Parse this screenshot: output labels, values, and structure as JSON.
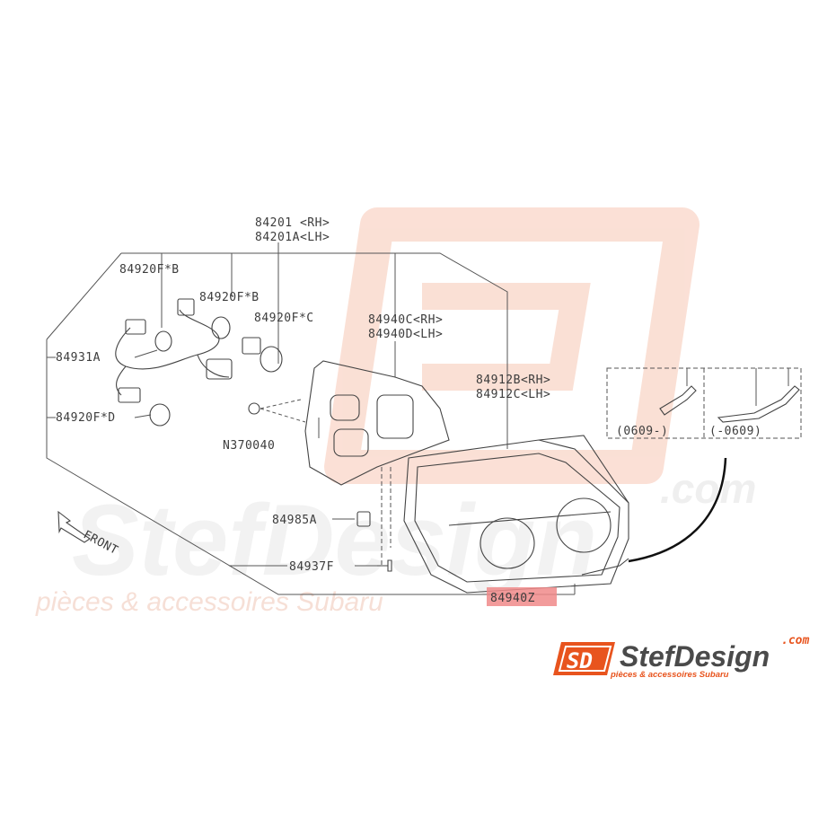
{
  "watermark": {
    "brand": "StefDesign",
    "domain": ".com",
    "tagline": "pièces & accessoires Subaru"
  },
  "labels": {
    "rh_lamp": "84201 <RH>",
    "lh_lamp": "84201A<LH>",
    "bulb_b1": "84920F*B",
    "bulb_b2": "84920F*B",
    "bulb_c": "84920F*C",
    "harness": "84931A",
    "bulb_d": "84920F*D",
    "nut": "N370040",
    "gasket_rh": "84940C<RH>",
    "gasket_lh": "84940D<LH>",
    "housing_rh": "84912B<RH>",
    "housing_lh": "84912C<LH>",
    "clip": "84985A",
    "screw": "84937F",
    "seal": "84940Z",
    "variant_new": "(0609-)",
    "variant_old": "(-0609)",
    "front": "FRONT"
  },
  "logo": {
    "mark": "SD",
    "brand": "StefDesign",
    "domain": ".com",
    "tagline": "pièces & accessoires Subaru"
  },
  "colors": {
    "accent": "#e8541e",
    "highlight": "#f08a8a"
  }
}
